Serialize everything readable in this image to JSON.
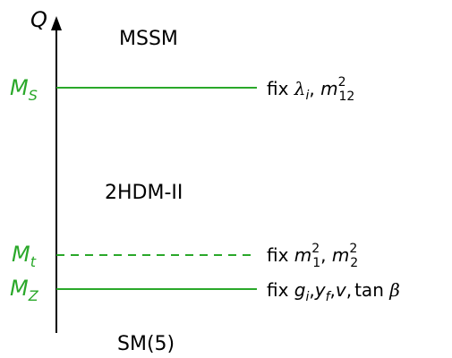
{
  "colors": {
    "accent": "#2aa82a",
    "ink": "#000000"
  },
  "axis": {
    "label": "Q"
  },
  "regions": {
    "top": "MSSM",
    "middle": "2HDM-II",
    "bottom": "SM(5)"
  },
  "scales": [
    {
      "id": "ms",
      "label_base": "M",
      "label_sub": "S",
      "style": "solid",
      "annotation": {
        "prefix": "fix",
        "parts": [
          "λ",
          "i",
          ",",
          "m",
          "2",
          "12"
        ]
      }
    },
    {
      "id": "mt",
      "label_base": "M",
      "label_sub": "t",
      "style": "dashed",
      "annotation": {
        "prefix": "fix",
        "parts": [
          "m",
          "2",
          "1",
          ",",
          "m",
          "2",
          "2"
        ]
      }
    },
    {
      "id": "mz",
      "label_base": "M",
      "label_sub": "Z",
      "style": "solid",
      "annotation": {
        "prefix": "fix",
        "parts": [
          "g",
          "i",
          ",",
          "y",
          "f",
          ",",
          "v",
          ",",
          "tan",
          "β"
        ]
      }
    }
  ]
}
